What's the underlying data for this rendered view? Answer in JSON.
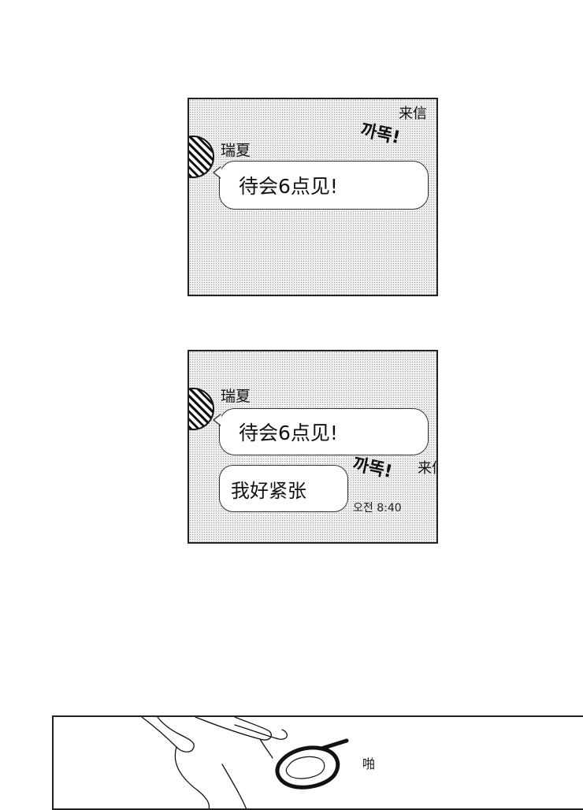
{
  "panels": [
    {
      "sender": "瑞夏",
      "messages": [
        "待会6点见!"
      ],
      "sfx": "까똑!",
      "sfx_translation": "来信"
    },
    {
      "sender": "瑞夏",
      "messages": [
        "待会6点见!",
        "我好紧张"
      ],
      "sfx": "까똑!",
      "sfx_translation": "来信",
      "timestamp": "오전 8:40"
    }
  ],
  "bottom_panel": {
    "sfx": "啪"
  },
  "colors": {
    "border": "#222222",
    "screentone": "#efefef",
    "bubble": "#ffffff"
  }
}
